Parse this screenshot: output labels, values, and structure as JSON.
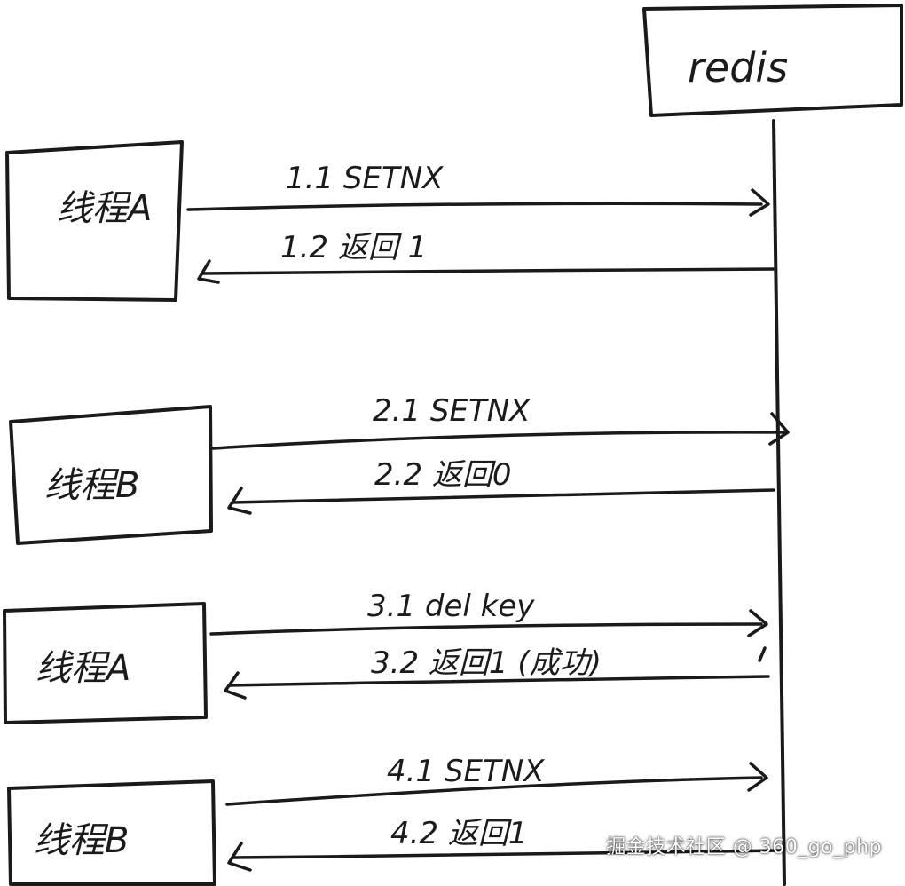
{
  "redis": {
    "label": "redis"
  },
  "threads": [
    {
      "label": "线程A"
    },
    {
      "label": "线程B"
    },
    {
      "label": "线程A"
    },
    {
      "label": "线程B"
    }
  ],
  "messages": [
    {
      "label": "1.1  SETNX"
    },
    {
      "label": "1.2  返回 1"
    },
    {
      "label": "2.1  SETNX"
    },
    {
      "label": "2.2  返回0"
    },
    {
      "label": "3.1  del key"
    },
    {
      "label": "3.2  返回1 (成功)"
    },
    {
      "label": "4.1  SETNX"
    },
    {
      "label": "4.2  返回1"
    }
  ],
  "watermark": "掘金技术社区 @ 360_go_php"
}
